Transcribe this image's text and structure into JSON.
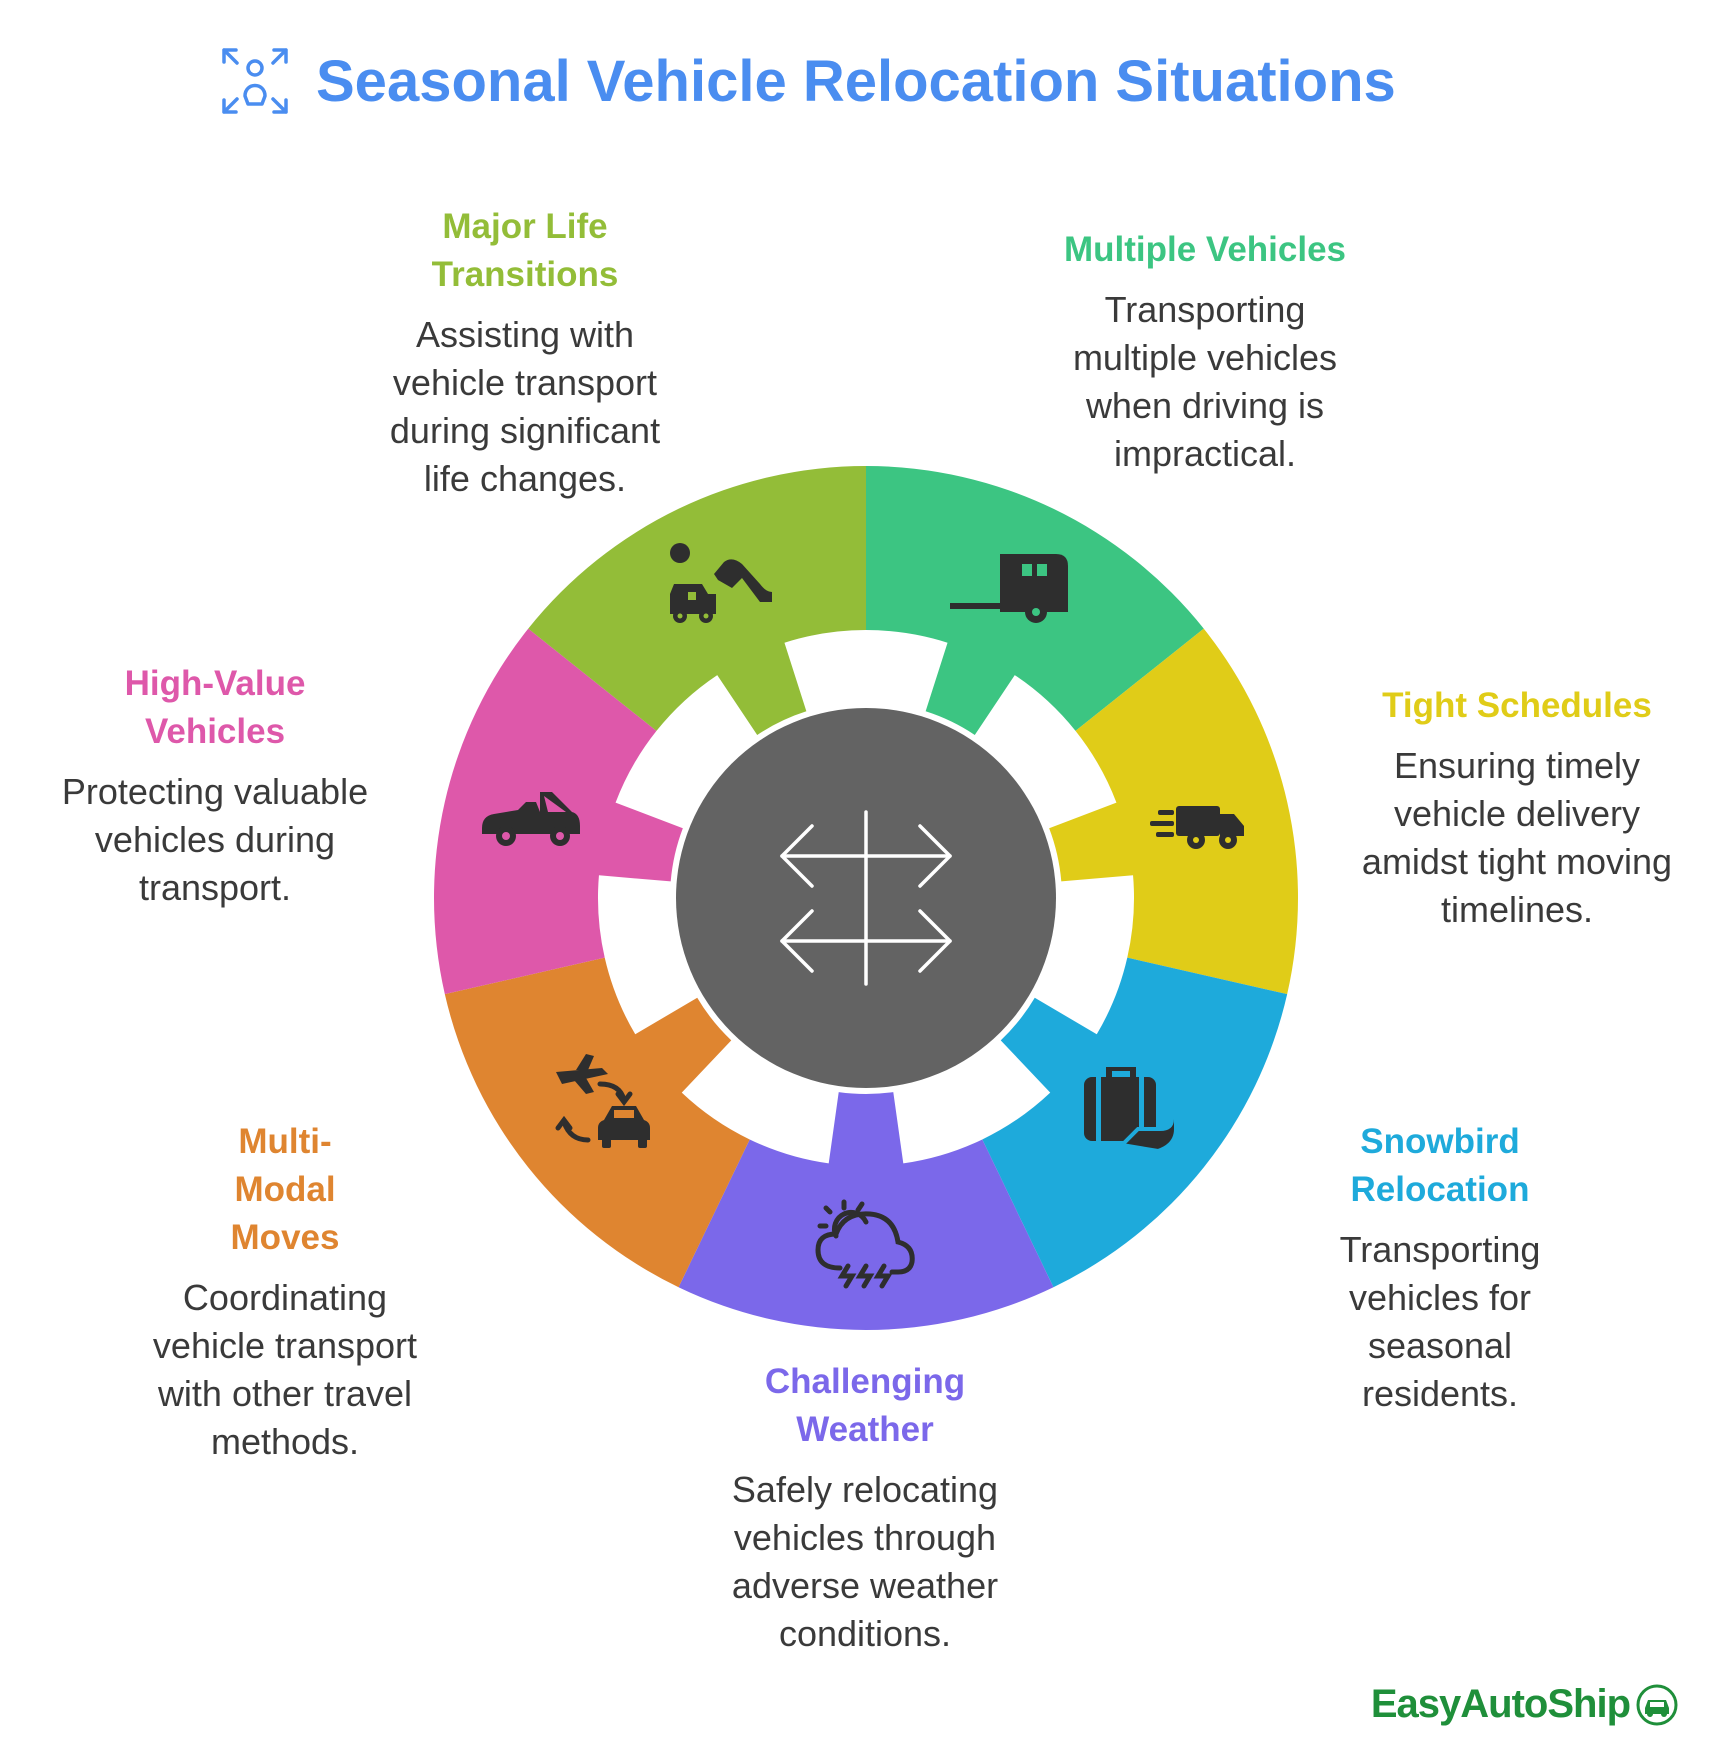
{
  "title": "Seasonal Vehicle Relocation Situations",
  "brand": "EasyAutoShip",
  "colors": {
    "title": "#4a8df0",
    "hub": "#636363"
  },
  "segments": [
    {
      "key": "multiple",
      "heading": "Multiple Vehicles",
      "description": "Transporting multiple vehicles when driving is impractical.",
      "color": "#3cc582",
      "icon": "trailer-icon"
    },
    {
      "key": "schedules",
      "heading": "Tight Schedules",
      "description": "Ensuring timely vehicle delivery amidst tight moving timelines.",
      "color": "#e0cc18",
      "icon": "fast-truck-icon"
    },
    {
      "key": "snowbird",
      "heading": "Snowbird Relocation",
      "description": "Transporting vehicles for seasonal residents.",
      "color": "#1eaadb",
      "icon": "luggage-icon"
    },
    {
      "key": "weather",
      "heading": "Challenging Weather",
      "description": "Safely relocating vehicles through adverse weather conditions.",
      "color": "#7b68ea",
      "icon": "storm-cloud-icon"
    },
    {
      "key": "multimodal",
      "heading": "Multi-Modal Moves",
      "description": "Coordinating vehicle transport with other travel methods.",
      "color": "#df8530",
      "icon": "plane-car-icon"
    },
    {
      "key": "highvalue",
      "heading": "High-Value Vehicles",
      "description": "Protecting valuable vehicles during transport.",
      "color": "#de58aa",
      "icon": "convertible-car-icon"
    },
    {
      "key": "life",
      "heading": "Major Life Transitions",
      "description": "Assisting with vehicle transport during significant life changes.",
      "color": "#93bd38",
      "icon": "person-with-toy-car-icon"
    }
  ],
  "hub_icon": "crossing-arrows-icon",
  "title_icon": "person-expand-icon",
  "brand_icon": "car-badge-icon"
}
